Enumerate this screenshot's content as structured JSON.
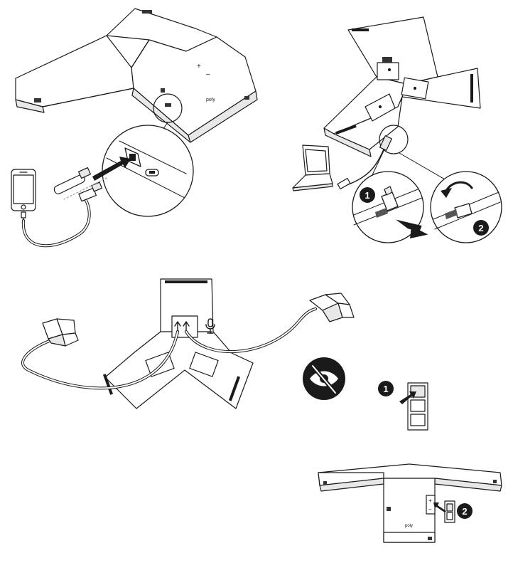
{
  "labels": {
    "plus": "+",
    "minus": "–",
    "brand": "poly"
  },
  "steps": {
    "usb_left": "1",
    "usb_right": "2",
    "privacy_peel": "1",
    "privacy_attach": "2"
  },
  "icons": {
    "privacy": "eye-off-icon",
    "microphone": "microphone-icon",
    "arrow": "arrow-icon"
  },
  "colors": {
    "line": "#1a1a1a",
    "body_fill": "#ffffff",
    "shade": "#e8e8e8",
    "dark_shade": "#555555"
  }
}
